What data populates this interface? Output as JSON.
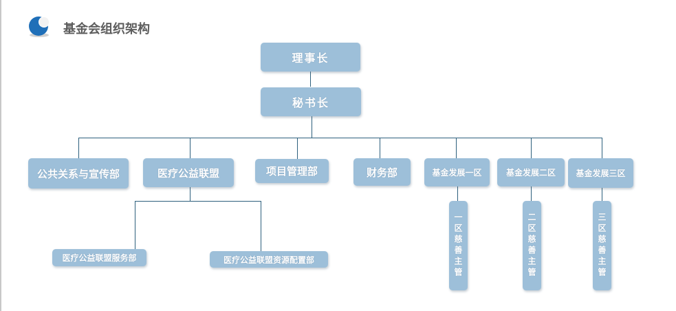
{
  "header": {
    "title": "基金会组织架构"
  },
  "colors": {
    "box": "#9dbfd9",
    "line": "#2c5f7c",
    "logo_blue": "#1f6fb8"
  },
  "nodes": {
    "chairman": "理事长",
    "secretary_general": "秘书长",
    "pr_dept": "公共关系与宣传部",
    "medical_alliance": "医疗公益联盟",
    "project_dept": "项目管理部",
    "finance_dept": "财务部",
    "dev_zone1": "基金发展一区",
    "dev_zone2": "基金发展二区",
    "dev_zone3": "基金发展三区",
    "alliance_service_dept": "医疗公益联盟服务部",
    "alliance_resource_dept": "医疗公益联盟资源配置部",
    "zone1_charity_head": "一区慈善主管",
    "zone2_charity_head": "二区慈善主管",
    "zone3_charity_head": "三区慈善主管"
  }
}
